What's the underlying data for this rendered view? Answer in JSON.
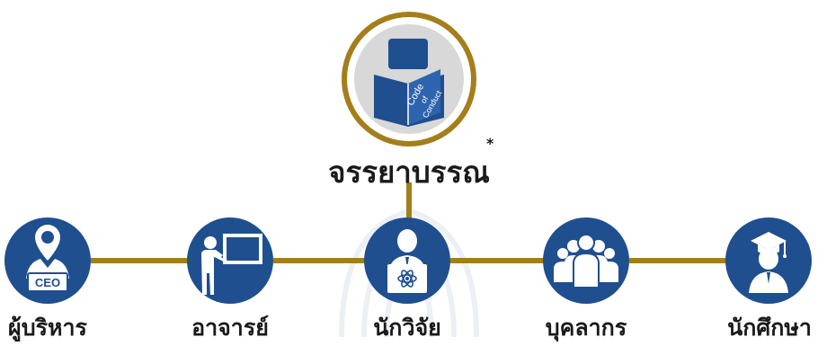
{
  "colors": {
    "primary_blue": "#1f4f8f",
    "gold_accent": "#a47e1b",
    "text": "#1a1a1a"
  },
  "hub": {
    "title": "จรรยาบรรณ",
    "asterisk": "*",
    "icon": "code-of-conduct-book-icon",
    "book_text_1": "Code",
    "book_text_2": "of",
    "book_text_3": "Conduct"
  },
  "nodes": [
    {
      "label": "ผู้บริหาร",
      "icon": "ceo-executive-icon",
      "badge": "CEO"
    },
    {
      "label": "อาจารย์",
      "icon": "teacher-whiteboard-icon"
    },
    {
      "label": "นักวิจัย",
      "icon": "researcher-laptop-icon"
    },
    {
      "label": "บุคลากร",
      "icon": "staff-group-icon"
    },
    {
      "label": "นักศึกษา",
      "icon": "graduate-student-icon"
    }
  ]
}
